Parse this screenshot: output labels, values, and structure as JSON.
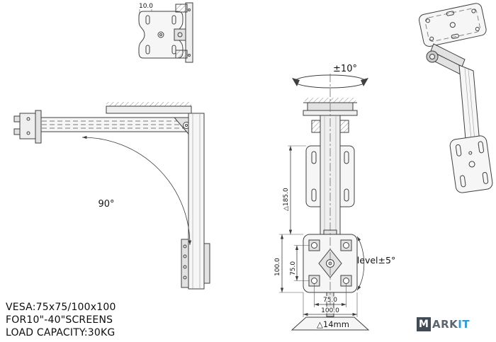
{
  "dimensions": {
    "top_width": "10.0",
    "swivel_angle": "±10°",
    "fold_angle": "90°",
    "column_height": "△185.0",
    "plate_height": "100.0",
    "vesa_vertical": "75.0",
    "level_tolerance": "level±5°",
    "vesa_horizontal": "75.0",
    "plate_width": "100.0",
    "pole_diameter": "△14mm"
  },
  "specs": {
    "vesa": "VESA:75x75/100x100",
    "screens": "FOR10\"-40\"SCREENS",
    "load": "LOAD CAPACITY:30KG"
  },
  "logo": {
    "m": "M",
    "ark": "ARK",
    "it": "IT"
  },
  "colors": {
    "line": "#3f3f3f",
    "accent": "#2e9ad8",
    "logo_box": "#414b56"
  }
}
